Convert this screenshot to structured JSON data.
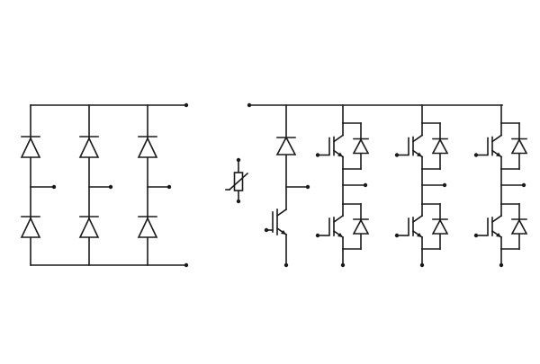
{
  "diagram": {
    "rectifier": {
      "legs": 3,
      "components": [
        "diode",
        "diode",
        "diode",
        "diode",
        "diode",
        "diode"
      ]
    },
    "brake_chopper": {
      "components": [
        "diode",
        "igbt"
      ]
    },
    "temperature_sensor": {
      "components": [
        "ntc-thermistor"
      ]
    },
    "inverter": {
      "legs": 3,
      "components": [
        "igbt-with-freewheel-diode",
        "igbt-with-freewheel-diode",
        "igbt-with-freewheel-diode",
        "igbt-with-freewheel-diode",
        "igbt-with-freewheel-diode",
        "igbt-with-freewheel-diode"
      ]
    },
    "colors": {
      "line": "#1a1a1a",
      "background": "#ffffff"
    }
  }
}
